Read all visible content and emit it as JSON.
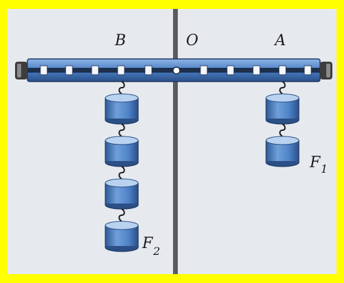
{
  "colors": {
    "frame": "#ffff00",
    "background": "#e6eaee",
    "lever": "#4a7fc6",
    "lever_dark": "#2b4f86",
    "weight": "#4f83c9",
    "weight_top": "#b9d2ef",
    "axis": "#555555"
  },
  "labels": {
    "point_b": "B",
    "point_o": "O",
    "point_a": "A",
    "force_1_letter": "F",
    "force_1_index": "1",
    "force_2_letter": "F",
    "force_2_index": "2"
  },
  "figure": {
    "lever_slots": 11,
    "weights_left": 4,
    "weights_right": 2
  }
}
